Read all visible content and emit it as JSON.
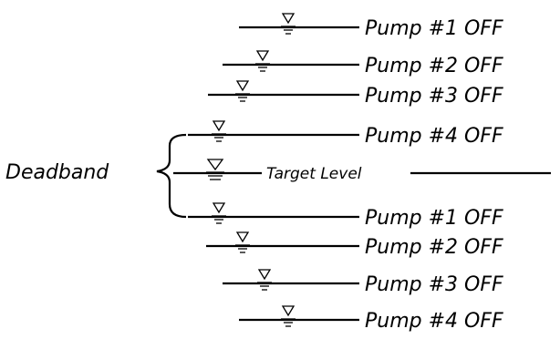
{
  "deadband_label": "Deadband",
  "target_label": "Target Level",
  "upper_levels": [
    {
      "label": "Pump #1 OFF"
    },
    {
      "label": "Pump #2 OFF"
    },
    {
      "label": "Pump #3 OFF"
    },
    {
      "label": "Pump #4 OFF"
    }
  ],
  "lower_levels": [
    {
      "label": "Pump #1 OFF"
    },
    {
      "label": "Pump #2 OFF"
    },
    {
      "label": "Pump #3 OFF"
    },
    {
      "label": "Pump #4 OFF"
    }
  ]
}
